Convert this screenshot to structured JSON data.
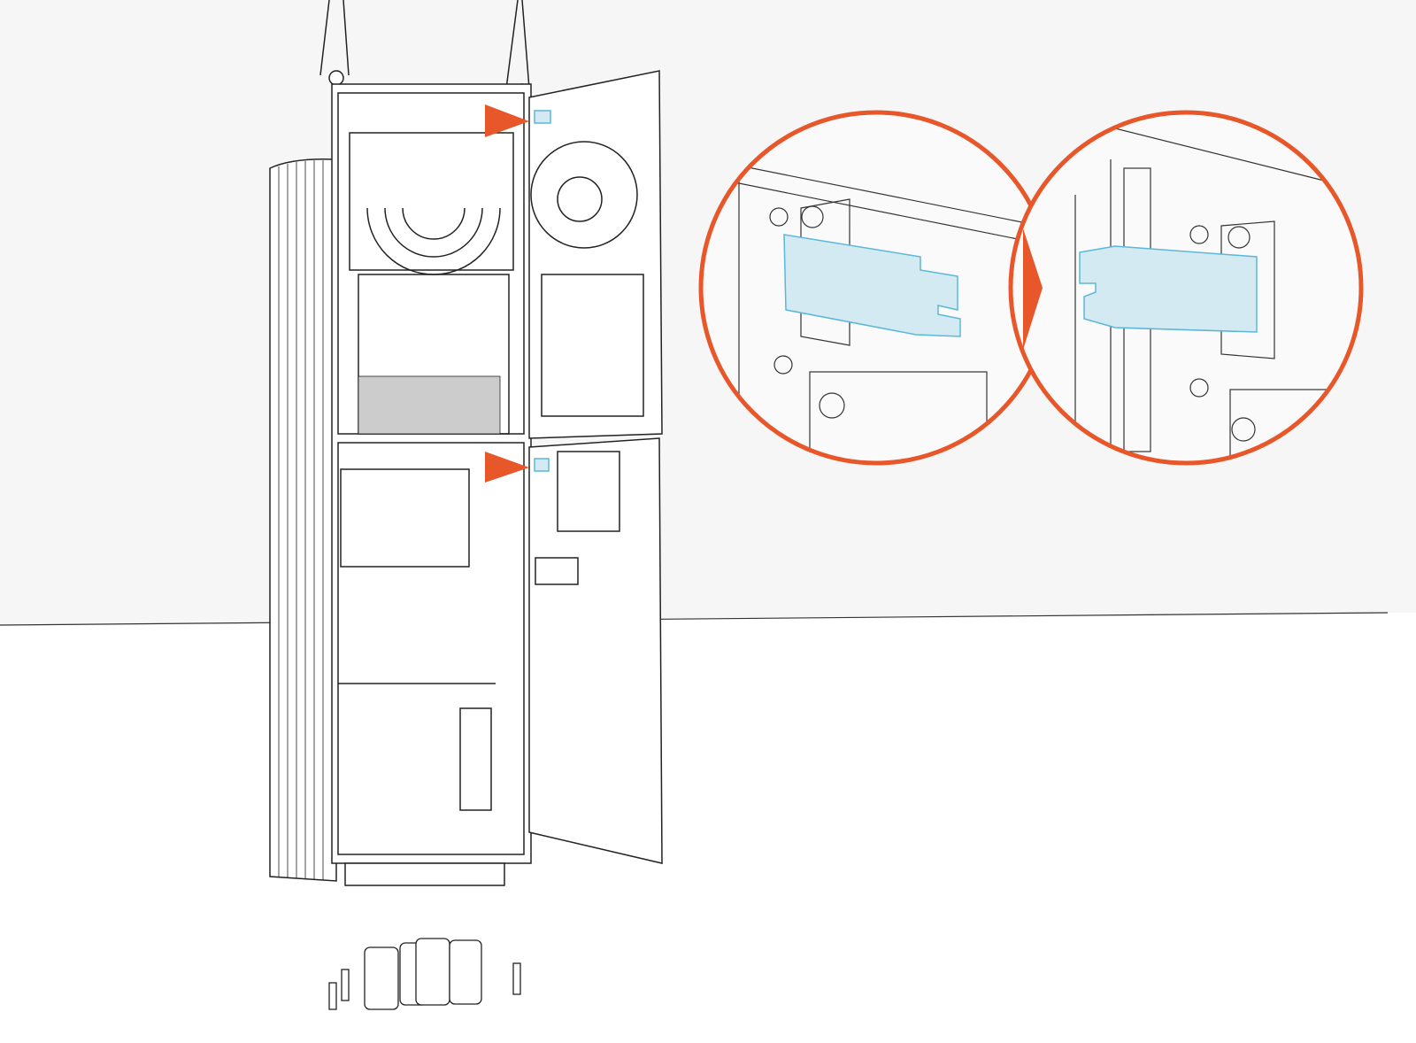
{
  "illustration": {
    "subject": "cabinet-hinge-installation",
    "colors": {
      "accent_orange": "#e8572a",
      "highlight_fill": "#d4eaf3",
      "highlight_stroke": "#5cb7d9",
      "line": "#222222",
      "backdrop": "#f6f6f6",
      "floor": "#ffffff"
    },
    "callouts": [
      {
        "name": "hinge-detail-before",
        "icon": "magnify-circle"
      },
      {
        "name": "hinge-detail-after",
        "icon": "magnify-circle"
      }
    ],
    "markers": [
      {
        "name": "upper-hinge-arrow",
        "icon": "triangle-right"
      },
      {
        "name": "lower-hinge-arrow",
        "icon": "triangle-right"
      }
    ]
  }
}
